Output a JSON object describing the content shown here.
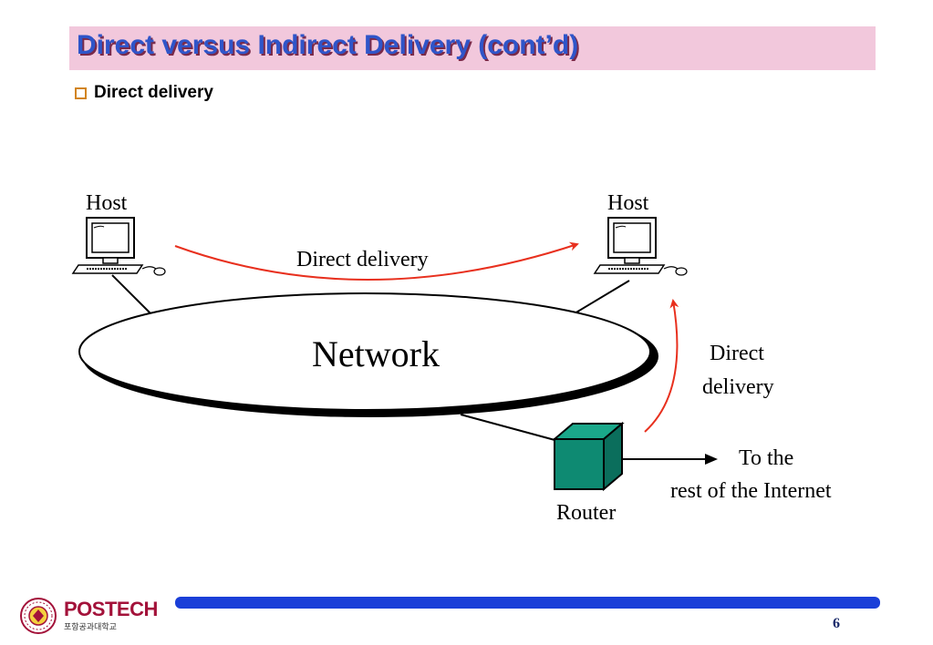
{
  "slide": {
    "title": "Direct versus Indirect Delivery (cont’d)",
    "bullet": "Direct delivery"
  },
  "diagram": {
    "host_left_label": "Host",
    "host_right_label": "Host",
    "network_label": "Network",
    "top_arrow_label": "Direct delivery",
    "right_arrow_label_line1": "Direct",
    "right_arrow_label_line2": "delivery",
    "router_label": "Router",
    "internet_label_line1": "To the",
    "internet_label_line2": "rest of the Internet"
  },
  "footer": {
    "logo_name": "POSTECH",
    "logo_sub": "포항공과대학교",
    "page_number": "6"
  },
  "colors": {
    "title_bg": "#f2c8dc",
    "title_text": "#2f55c9",
    "arrow": "#e8301e",
    "router": "#0e8a72",
    "footer_bar": "#1a3fd8",
    "bullet_box": "#d2841e"
  },
  "icons": [
    "computer-icon",
    "router-icon",
    "arrow-icon",
    "postech-emblem-icon"
  ]
}
